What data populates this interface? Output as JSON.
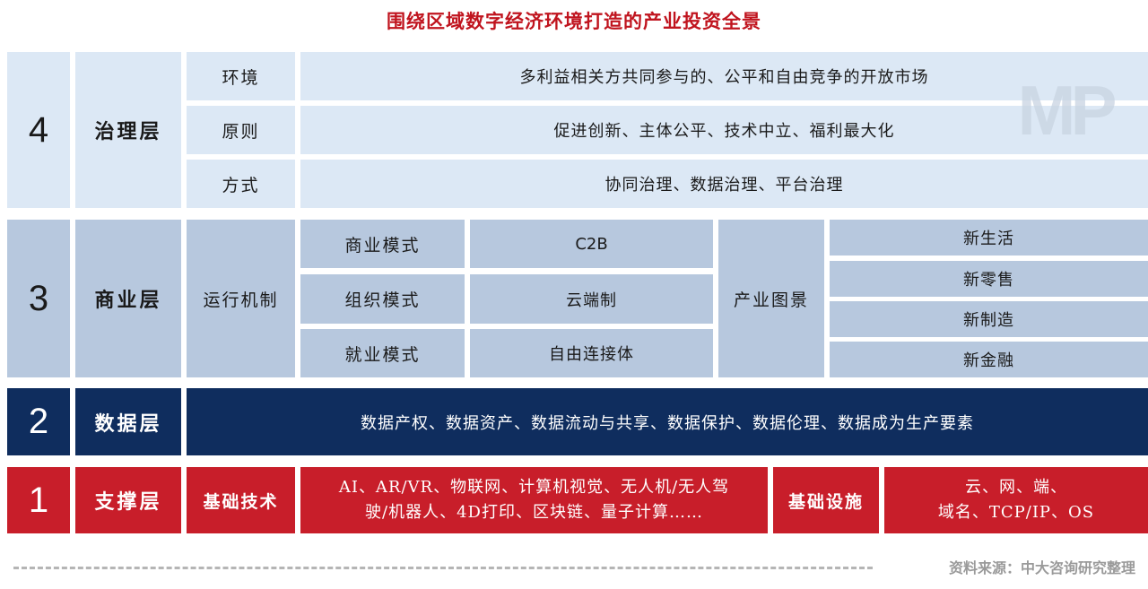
{
  "title": "围绕区域数字经济环境打造的产业投资全景",
  "watermark": "MP",
  "source": "资料来源：中大咨询研究整理",
  "colors": {
    "title_red": "#c0141e",
    "light_blue": "#dce8f5",
    "mid_blue": "#b7c8de",
    "navy": "#0f2d5e",
    "red": "#c81e2a"
  },
  "layers": {
    "governance": {
      "number": "4",
      "name": "治理层",
      "rows": [
        {
          "label": "环境",
          "content": "多利益相关方共同参与的、公平和自由竞争的开放市场"
        },
        {
          "label": "原则",
          "content": "促进创新、主体公平、技术中立、福利最大化"
        },
        {
          "label": "方式",
          "content": "协同治理、数据治理、平台治理"
        }
      ]
    },
    "business": {
      "number": "3",
      "name": "商业层",
      "mechanism": "运行机制",
      "models": [
        {
          "label": "商业模式",
          "value": "C2B"
        },
        {
          "label": "组织模式",
          "value": "云端制"
        },
        {
          "label": "就业模式",
          "value": "自由连接体"
        }
      ],
      "industry_label": "产业图景",
      "industry_items": [
        "新生活",
        "新零售",
        "新制造",
        "新金融"
      ]
    },
    "data": {
      "number": "2",
      "name": "数据层",
      "content": "数据产权、数据资产、数据流动与共享、数据保护、数据伦理、数据成为生产要素"
    },
    "support": {
      "number": "1",
      "name": "支撑层",
      "tech_label": "基础技术",
      "tech_line1": "AI、AR/VR、物联网、计算机视觉、无人机/无人驾",
      "tech_line2": "驶/机器人、4D打印、区块链、量子计算……",
      "infra_label": "基础设施",
      "infra_line1": "云、网、端、",
      "infra_line2": "域名、TCP/IP、OS"
    }
  }
}
